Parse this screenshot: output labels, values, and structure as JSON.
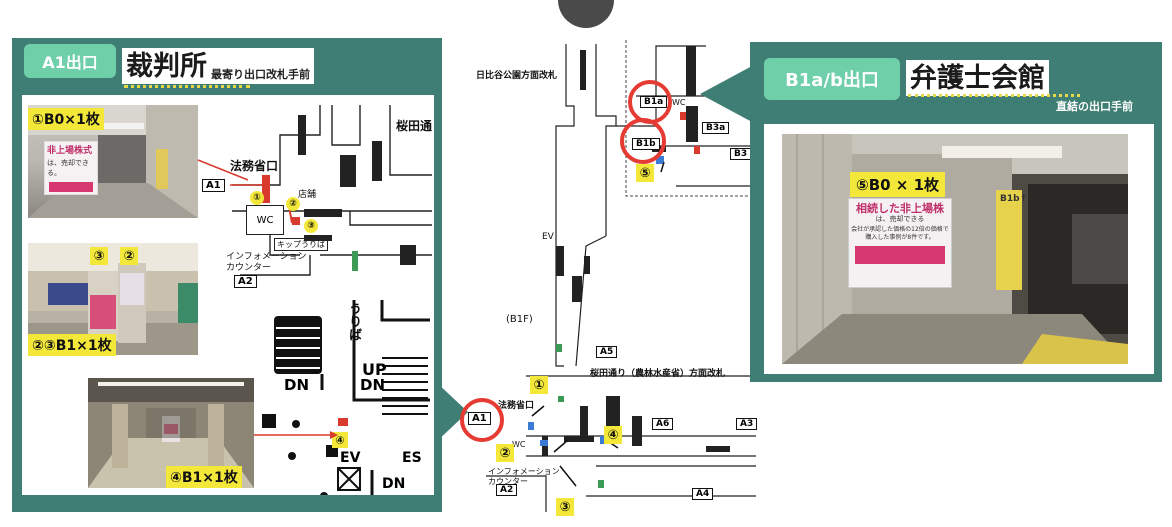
{
  "left": {
    "exit_tag": "A1出口",
    "title": "裁判所",
    "subtitle": "最寄り出口改札手前",
    "labels": {
      "photo1": "①B0×1枚",
      "photo2": "②③B1×1枚",
      "photo3": "④B1×1枚"
    },
    "photo1_poster": [
      "非上場株式",
      "は、売却できる。"
    ],
    "photo2_markers": [
      "③",
      "②"
    ],
    "map_top": {
      "exit": "A1",
      "kasumi": "法務省口",
      "wc": "WC",
      "info": [
        "インフォメーション",
        "カウンター"
      ],
      "exit2": "A2",
      "sakurada": "桜田通",
      "shop": "店舗",
      "kiosk": "キップうりば",
      "markers": [
        "①",
        "②",
        "③"
      ]
    },
    "map_zoom": {
      "kiosk": "うりば",
      "up": "UP",
      "dn": "DN",
      "ev": "EV",
      "es": "ES",
      "marker": "④"
    }
  },
  "center": {
    "hibiya": "日比谷公園方面改札",
    "b1f": "(B1F)",
    "ev": "EV",
    "a5": "A5",
    "sakurada_gate": "桜田通り（農林水産省）方面改札",
    "a1": "A1",
    "kasumi": "法務省口",
    "a6": "A6",
    "a3": "A3",
    "a2": "A2",
    "a4": "A4",
    "wc": "WC",
    "info": [
      "インフォメーション",
      "カウンター"
    ],
    "b1a": "B1a",
    "b1b": "B1b",
    "b3a": "B3a",
    "b3": "B3",
    "markers": [
      "①",
      "②",
      "③",
      "④",
      "⑤"
    ]
  },
  "right": {
    "exit_tag": "B1a/b出口",
    "title": "弁護士会館",
    "subtitle": "直結の出口手前",
    "photo_label": "⑤B0 × 1枚",
    "poster": [
      "相続した非上場株",
      "は、売却できる",
      "会社が承認した価格の12倍の価格で",
      "購入した事例が8件です。"
    ],
    "sign": "B1b↑"
  },
  "colors": {
    "panel": "#3e7e74",
    "tag": "#6fcfa9",
    "highlight": "#f3e83a",
    "ring": "#e53b33",
    "poster_pink": "#d6386f"
  }
}
